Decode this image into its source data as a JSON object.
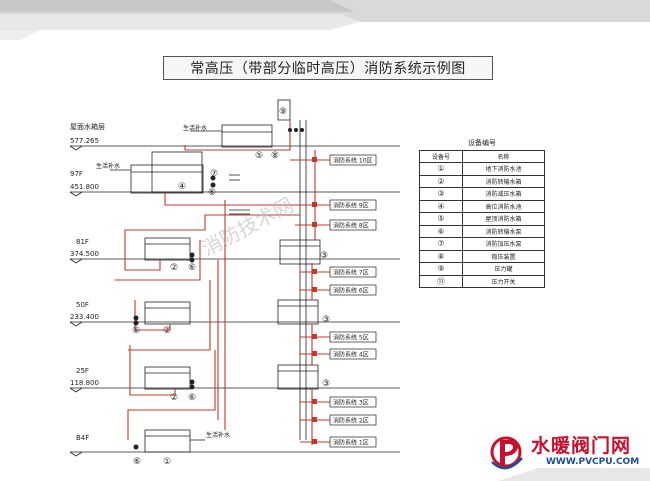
{
  "title": "常高压（带部分临时高压）消防系统示例图",
  "floors": [
    {
      "name": "屋面水箱层",
      "elev": "577.265"
    },
    {
      "name": "97F",
      "elev": "451.800"
    },
    {
      "name": "81F",
      "elev": "374.500"
    },
    {
      "name": "50F",
      "elev": "233.400"
    },
    {
      "name": "25F",
      "elev": "118.800"
    },
    {
      "name": "B4F",
      "elev": ""
    }
  ],
  "supply_labels": {
    "top": "生活补水",
    "upper": "生活补水",
    "bottom": "生活补水"
  },
  "zones": [
    "消防系统 10区",
    "消防系统 9区",
    "消防系统 8区",
    "消防系统 7区",
    "消防系统 6区",
    "消防系统 5区",
    "消防系统 4区",
    "消防系统 3区",
    "消防系统 2区",
    "消防系统 1区"
  ],
  "legend": {
    "title": "设备编号",
    "col_no": "设备号",
    "col_name": "名称",
    "rows": [
      {
        "no": "①",
        "name": "地下消防水池"
      },
      {
        "no": "②",
        "name": "消防转输水箱"
      },
      {
        "no": "③",
        "name": "消防减压水箱"
      },
      {
        "no": "④",
        "name": "高位消防水池"
      },
      {
        "no": "⑤",
        "name": "屋顶消防水箱"
      },
      {
        "no": "⑥",
        "name": "消防转输水泵"
      },
      {
        "no": "⑦",
        "name": "消防加压水泵"
      },
      {
        "no": "⑧",
        "name": "稳压装置"
      },
      {
        "no": "⑨",
        "name": "压力罐"
      },
      {
        "no": "⑪",
        "name": "压力开关"
      }
    ]
  },
  "watermark": "消防技术网",
  "logo": {
    "name": "水暖阀门网",
    "url": "WWW.PVCPU.COM"
  },
  "colors": {
    "pipe": "#c0392b",
    "line": "#222222",
    "stripe": "#cfcfcf",
    "logo_red": "#c8102e",
    "logo_blue": "#1a4fa0"
  }
}
